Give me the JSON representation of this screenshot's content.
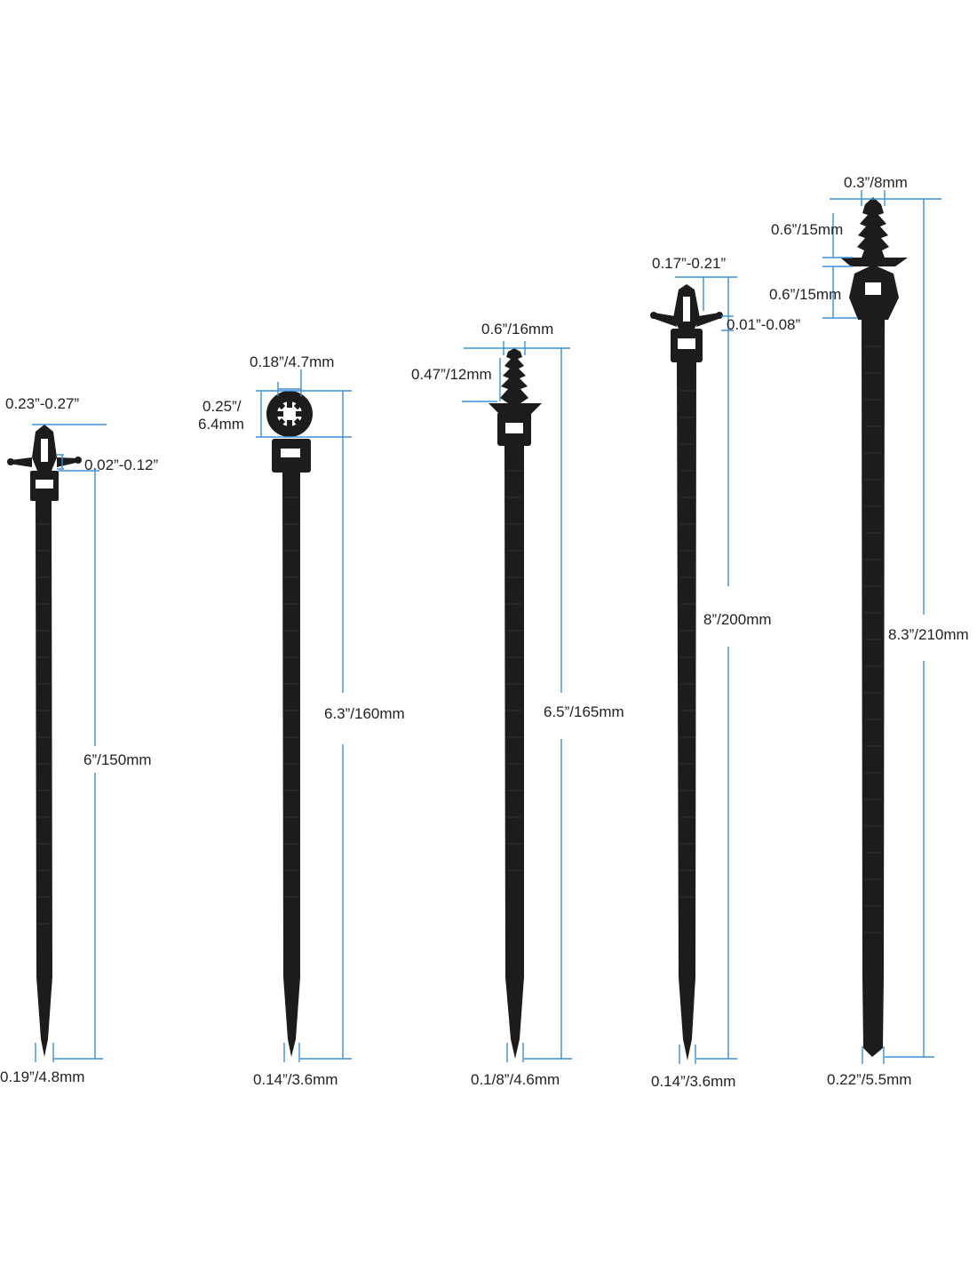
{
  "colors": {
    "dimension_line": "#3d8fd6",
    "tie": "#1c1c1c",
    "background": "#ffffff",
    "text": "#222222"
  },
  "ties": [
    {
      "id": "tie-1",
      "head": "push-mount-clip",
      "length": "6”/150mm",
      "head_width": "0.23”-0.27”",
      "panel_thickness": "0.02”-0.12”",
      "strap_width": "0.19”/4.8mm"
    },
    {
      "id": "tie-2",
      "head": "round-ring-mount",
      "length": "6.3”/160mm",
      "hole_diameter": "0.18”/4.7mm",
      "ring_size_line1": "0.25”/",
      "ring_size_line2": "6.4mm",
      "strap_width": "0.14”/3.6mm"
    },
    {
      "id": "tie-3",
      "head": "fir-tree-push-mount",
      "length": "6.5”/165mm",
      "stem_diameter": "0.6”/16mm",
      "stem_length": "0.47”/12mm",
      "strap_width": "0.1/8”/4.6mm"
    },
    {
      "id": "tie-4",
      "head": "arrow-clip-mount",
      "length": "8”/200mm",
      "clip_width": "0.17”-0.21”",
      "panel_thickness": "0.01”-0.08”",
      "strap_width": "0.14”/3.6mm"
    },
    {
      "id": "tie-5",
      "head": "fir-tree-with-saddle",
      "length": "8.3”/210mm",
      "stem_diameter": "0.3”/8mm",
      "stem_length": "0.6”/15mm",
      "saddle_height": "0.6”/15mm",
      "strap_width": "0.22”/5.5mm"
    }
  ]
}
